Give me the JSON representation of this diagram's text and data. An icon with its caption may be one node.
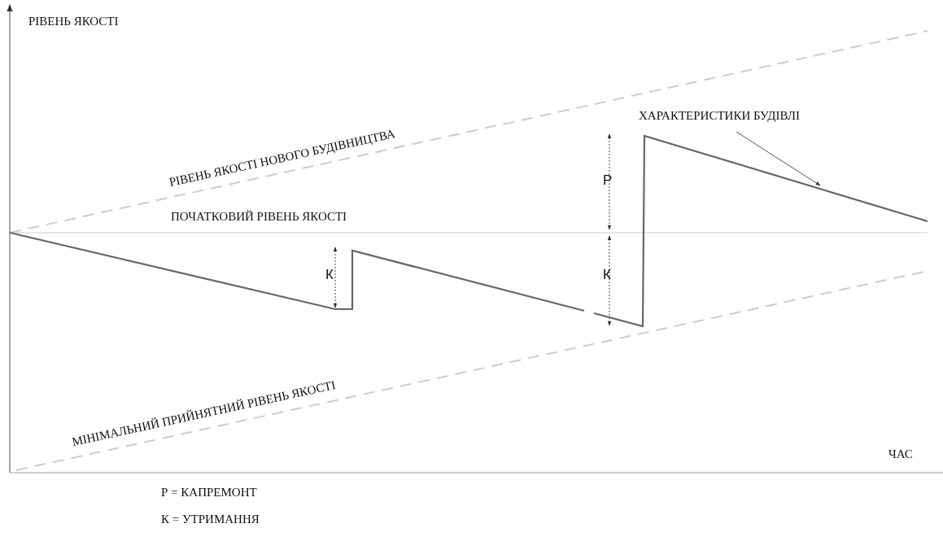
{
  "diagram": {
    "nodes": [
      {
        "text": [
          "ХАРАКТЕРИСТИКИ БУДІВЛІ"
        ]
      },
      {
        "text": [],
        "shape": "line"
      }
    ],
    "edges": [
      {
        "from": 0,
        "to": 1,
        "arrow": "to"
      }
    ],
    "labels": [
      "РІВЕНЬ ЯКОСТІ",
      "РІВЕНЬ ЯКОСТІ НОВОГО БУДІВНИЦТВА",
      "ПОЧАТКОВИЙ РІВЕНЬ ЯКОСТІ",
      "Р",
      "К",
      "К",
      "МІНІМАЛЬНИЙ ПРИЙНЯТНИЙ РІВЕНЬ ЯКОСТІ",
      "ЧАС",
      "Р = КАПРЕМОНТ",
      "К = УТРИМАННЯ"
    ]
  }
}
